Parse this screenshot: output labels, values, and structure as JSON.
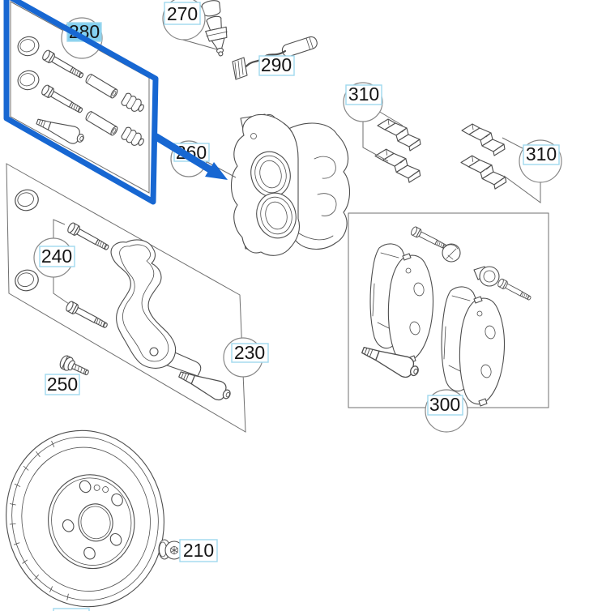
{
  "colors": {
    "background": "#ffffff",
    "line_art": "#4e4e4e",
    "callout_circle_stroke": "#878787",
    "hotspot_border": "#a0d8ee",
    "hotspot_fill": "#ffffff",
    "selected_hotspot_fill": "#84d0f0",
    "highlight_blue": "#1767d2",
    "text": "#151515"
  },
  "selection": {
    "selected_callout": "280"
  },
  "callouts": {
    "270": {
      "label": "270",
      "selected": false
    },
    "280": {
      "label": "280",
      "selected": true
    },
    "290": {
      "label": "290",
      "selected": false
    },
    "310a": {
      "label": "310",
      "selected": false
    },
    "310b": {
      "label": "310",
      "selected": false
    },
    "260": {
      "label": "260",
      "selected": false
    },
    "240": {
      "label": "240",
      "selected": false
    },
    "250": {
      "label": "250",
      "selected": false
    },
    "230": {
      "label": "230",
      "selected": false
    },
    "300": {
      "label": "300",
      "selected": false
    },
    "210": {
      "label": "210",
      "selected": false
    }
  }
}
